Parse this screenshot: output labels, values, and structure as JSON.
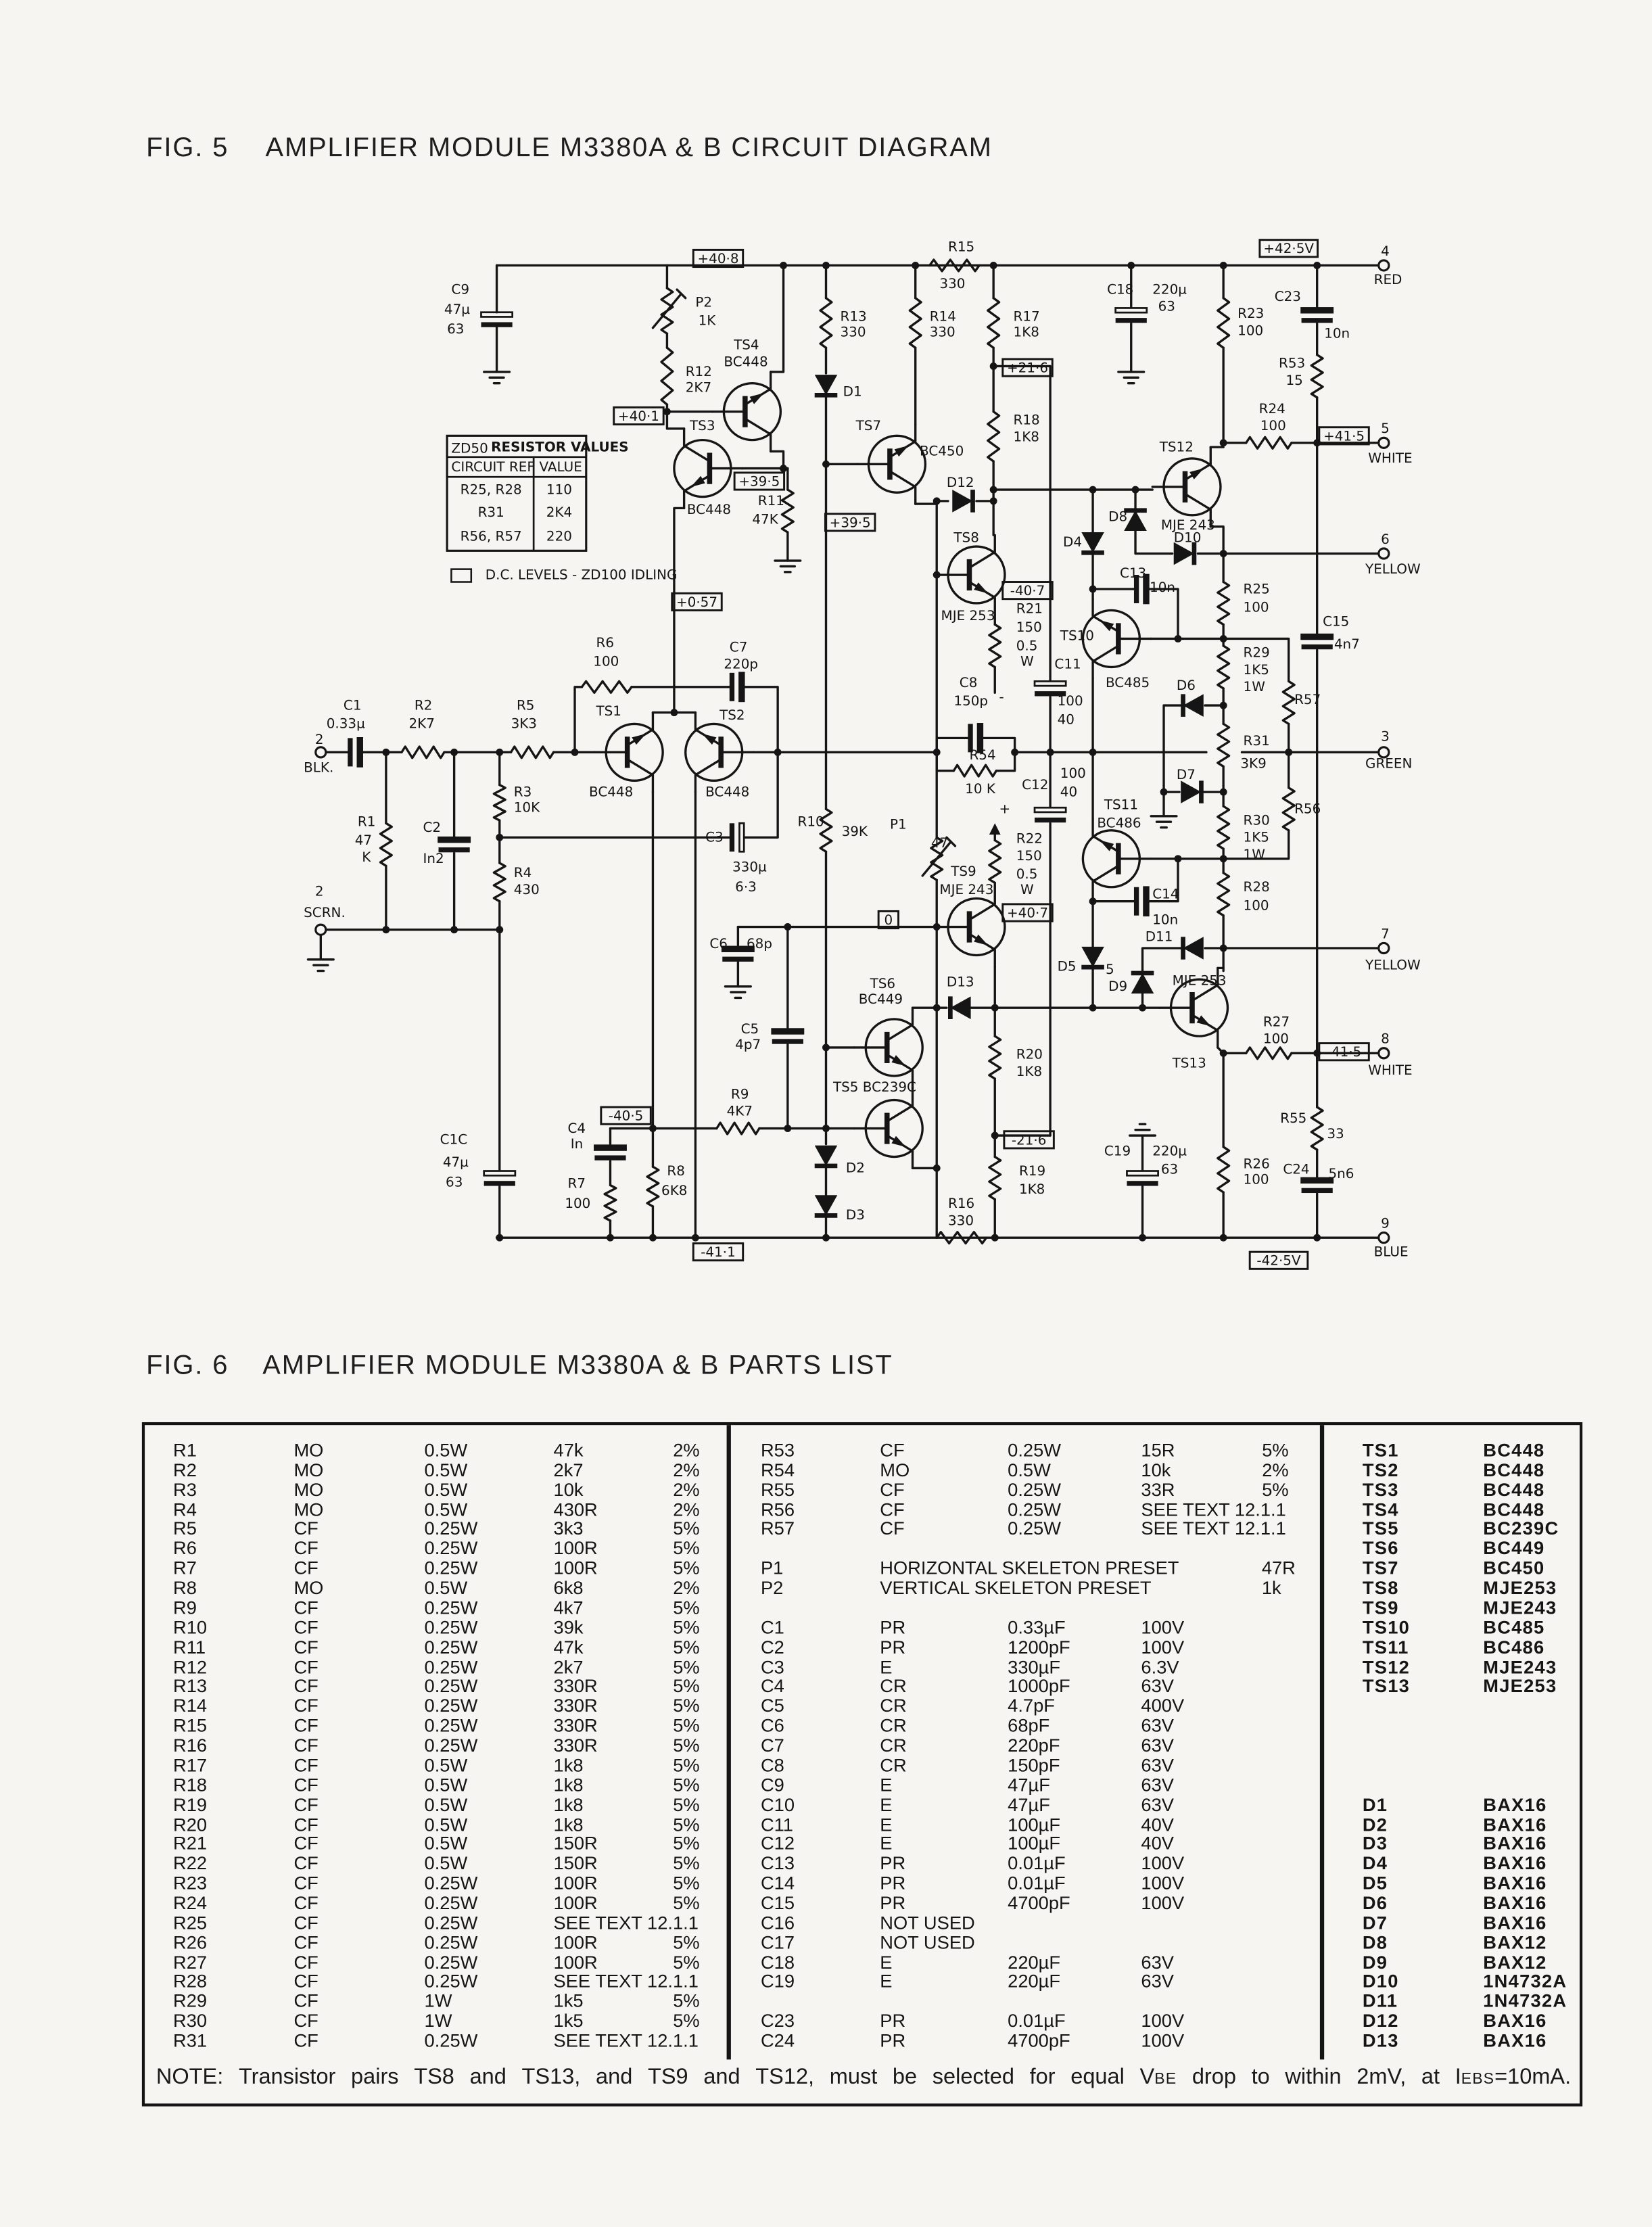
{
  "fig5": {
    "number": "FIG. 5",
    "title": "AMPLIFIER MODULE M3380A & B CIRCUIT DIAGRAM"
  },
  "fig6": {
    "number": "FIG. 6",
    "title": "AMPLIFIER MODULE M3380A & B PARTS LIST"
  },
  "schematic": {
    "dc_levels": {
      "v408": "+40·8",
      "v401": "+40·1",
      "v395a": "+39·5",
      "v395b": "+39·5",
      "v057": "+0·57",
      "v216p": "+21·6",
      "v407n": "-40·7",
      "v407p": "+40·7",
      "v0": "0",
      "v405n": "-40·5",
      "v411n": "-41·1",
      "v216n": "-21·6",
      "v425p": "+42·5V",
      "v415p": "+41·5",
      "v415n": "-41·5",
      "v425n": "-42·5V"
    },
    "terminals": {
      "t4_num": "4",
      "t4_col": "RED",
      "t5_num": "5",
      "t5_col": "WHITE",
      "t6_num": "6",
      "t6_col": "YELLOW",
      "t3_num": "3",
      "t3_col": "GREEN",
      "t7_num": "7",
      "t7_col": "YELLOW",
      "t8_num": "8",
      "t8_col": "WHITE",
      "t9_num": "9",
      "t9_col": "BLUE",
      "t2a_num": "2",
      "t2a_col": "BLK.",
      "t2b_num": "2",
      "t2b_col": "SCRN."
    },
    "labels": {
      "c9": "C9",
      "c9v": "47µ",
      "c9w": "63",
      "p2": "P2",
      "p2v": "1K",
      "r12": "R12",
      "r12v": "2K7",
      "ts4": "TS4",
      "ts4t": "BC448",
      "ts3": "TS3",
      "ts3t": "BC448",
      "r11": "R11",
      "r11v": "47K",
      "r13": "R13",
      "r13v": "330",
      "d1": "D1",
      "ts7": "TS7",
      "ts7t": "BC450",
      "r14": "R14",
      "r14v": "330",
      "r15": "R15",
      "r15v": "330",
      "r17": "R17",
      "r17v": "1K8",
      "r18": "R18",
      "r18v": "1K8",
      "d12": "D12",
      "ts8": "TS8",
      "ts8t": "MJE 253",
      "r21": "R21",
      "r21v": "150",
      "r21p": "0.5",
      "r21w": "W",
      "c8": "C8",
      "c8v": "150p",
      "r54": "R54",
      "r54v": "10 K",
      "c11": "C11",
      "c11a": "100",
      "c11b": "40",
      "c12": "C12",
      "c12a": "100",
      "c12b": "40",
      "plus": "+",
      "minus": "-",
      "r22": "R22",
      "r22v": "150",
      "r22p": "0.5",
      "r22w": "W",
      "ts9": "TS9",
      "ts9t": "MJE 243",
      "p1": "P1",
      "p1v": "47",
      "r10": "R10",
      "r10v": "39K",
      "d13": "D13",
      "ts6": "TS6",
      "ts6t": "BC449",
      "ts5": "TS5 BC239C",
      "r20": "R20",
      "r20v": "1K8",
      "r19": "R19",
      "r19v": "1K8",
      "r16": "R16",
      "r16v": "330",
      "d2": "D2",
      "d3": "D3",
      "c18": "C18",
      "c18v": "220µ",
      "c18w": "63",
      "r23": "R23",
      "r23v": "100",
      "c23": "C23",
      "c23v": "10n",
      "r53": "R53",
      "r53v": "15",
      "r24": "R24",
      "r24v": "100",
      "ts12": "TS12",
      "ts12t": "MJE 243",
      "d8": "D8",
      "d10": "D10",
      "d4": "D4",
      "c13": "C13",
      "c13v": "10n",
      "ts10": "TS10",
      "ts10t": "BC485",
      "r25": "R25",
      "r25v": "100",
      "c15": "C15",
      "c15v": "4n7",
      "r29": "R29",
      "r29v": "1K5",
      "r29w": "1W",
      "r57": "R57",
      "d6": "D6",
      "r31": "R31",
      "r31v": "3K9",
      "d7": "D7",
      "r56": "R56",
      "ts11": "TS11",
      "ts11t": "BC486",
      "r30": "R30",
      "r30v": "1K5",
      "r30w": "1W",
      "r28": "R28",
      "r28v": "100",
      "c14": "C14",
      "c14v": "10n",
      "d11": "D11",
      "d5": "D5",
      "d5n": "5",
      "d9": "D9",
      "ts13t": "MJE 253",
      "ts13": "TS13",
      "r27": "R27",
      "r27v": "100",
      "r55": "R55",
      "r55v": "33",
      "c24": "C24",
      "c24v": "5n6",
      "r26": "R26",
      "r26v": "100",
      "c19": "C19",
      "c19v": "220µ",
      "c19w": "63",
      "c1": "C1",
      "c1v": "0.33µ",
      "r2": "R2",
      "r2v": "2K7",
      "r5": "R5",
      "r5v": "3K3",
      "r6": "R6",
      "r6v": "100",
      "ts1": "TS1",
      "ts1t": "BC448",
      "c7": "C7",
      "c7v": "220p",
      "ts2": "TS2",
      "ts2t": "BC448",
      "r1": "R1",
      "r1v": "47",
      "r1k": "K",
      "c2": "C2",
      "c2v": "In2",
      "r3": "R3",
      "r3v": "10K",
      "r4": "R4",
      "r4v": "430",
      "c3": "C3",
      "c3v": "330µ",
      "c3w": "6·3",
      "c6": "C6",
      "c6v": "68p",
      "c5": "C5",
      "c5v": "4p7",
      "r9": "R9",
      "r9v": "4K7",
      "c4": "C4",
      "c4v": "In",
      "r7": "R7",
      "r7v": "100",
      "r8": "R8",
      "r8v": "6K8",
      "c1c": "C1C",
      "c1cv": "47µ",
      "c1cw": "63"
    },
    "zd50_table": {
      "title_big": "ZD50",
      "title_small": "RESISTOR VALUES",
      "headers": [
        "CIRCUIT REF",
        "VALUE"
      ],
      "rows": [
        [
          "R25, R28",
          "110"
        ],
        [
          "R31",
          "2K4"
        ],
        [
          "R56, R57",
          "220"
        ]
      ]
    },
    "legend": "D.C. LEVELS - ZD100 IDLING"
  },
  "parts_list": {
    "resistors_a": [
      [
        "R1",
        "MO",
        "0.5W",
        "47k",
        "2%"
      ],
      [
        "R2",
        "MO",
        "0.5W",
        "2k7",
        "2%"
      ],
      [
        "R3",
        "MO",
        "0.5W",
        "10k",
        "2%"
      ],
      [
        "R4",
        "MO",
        "0.5W",
        "430R",
        "2%"
      ],
      [
        "R5",
        "CF",
        "0.25W",
        "3k3",
        "5%"
      ],
      [
        "R6",
        "CF",
        "0.25W",
        "100R",
        "5%"
      ],
      [
        "R7",
        "CF",
        "0.25W",
        "100R",
        "5%"
      ],
      [
        "R8",
        "MO",
        "0.5W",
        "6k8",
        "2%"
      ],
      [
        "R9",
        "CF",
        "0.25W",
        "4k7",
        "5%"
      ],
      [
        "R10",
        "CF",
        "0.25W",
        "39k",
        "5%"
      ],
      [
        "R11",
        "CF",
        "0.25W",
        "47k",
        "5%"
      ],
      [
        "R12",
        "CF",
        "0.25W",
        "2k7",
        "5%"
      ],
      [
        "R13",
        "CF",
        "0.25W",
        "330R",
        "5%"
      ],
      [
        "R14",
        "CF",
        "0.25W",
        "330R",
        "5%"
      ],
      [
        "R15",
        "CF",
        "0.25W",
        "330R",
        "5%"
      ],
      [
        "R16",
        "CF",
        "0.25W",
        "330R",
        "5%"
      ],
      [
        "R17",
        "CF",
        "0.5W",
        "1k8",
        "5%"
      ],
      [
        "R18",
        "CF",
        "0.5W",
        "1k8",
        "5%"
      ],
      [
        "R19",
        "CF",
        "0.5W",
        "1k8",
        "5%"
      ],
      [
        "R20",
        "CF",
        "0.5W",
        "1k8",
        "5%"
      ],
      [
        "R21",
        "CF",
        "0.5W",
        "150R",
        "5%"
      ],
      [
        "R22",
        "CF",
        "0.5W",
        "150R",
        "5%"
      ],
      [
        "R23",
        "CF",
        "0.25W",
        "100R",
        "5%"
      ],
      [
        "R24",
        "CF",
        "0.25W",
        "100R",
        "5%"
      ],
      [
        "R25",
        "CF",
        "0.25W",
        "SEE TEXT 12.1.1",
        ""
      ],
      [
        "R26",
        "CF",
        "0.25W",
        "100R",
        "5%"
      ],
      [
        "R27",
        "CF",
        "0.25W",
        "100R",
        "5%"
      ],
      [
        "R28",
        "CF",
        "0.25W",
        "SEE TEXT 12.1.1",
        ""
      ],
      [
        "R29",
        "CF",
        "1W",
        "1k5",
        "5%"
      ],
      [
        "R30",
        "CF",
        "1W",
        "1k5",
        "5%"
      ],
      [
        "R31",
        "CF",
        "0.25W",
        "SEE TEXT 12.1.1",
        ""
      ]
    ],
    "resistors_b": [
      [
        "R53",
        "CF",
        "0.25W",
        "15R",
        "5%"
      ],
      [
        "R54",
        "MO",
        "0.5W",
        "10k",
        "2%"
      ],
      [
        "R55",
        "CF",
        "0.25W",
        "33R",
        "5%"
      ],
      [
        "R56",
        "CF",
        "0.25W",
        "SEE TEXT 12.1.1",
        ""
      ],
      [
        "R57",
        "CF",
        "0.25W",
        "SEE TEXT 12.1.1",
        ""
      ]
    ],
    "presets": [
      [
        "P1",
        "HORIZONTAL SKELETON PRESET",
        "47R"
      ],
      [
        "P2",
        "VERTICAL SKELETON PRESET",
        "1k"
      ]
    ],
    "capacitors_a": [
      [
        "C1",
        "PR",
        "0.33µF",
        "100V"
      ],
      [
        "C2",
        "PR",
        "1200pF",
        "100V"
      ],
      [
        "C3",
        "E",
        "330µF",
        "6.3V"
      ],
      [
        "C4",
        "CR",
        "1000pF",
        "63V"
      ],
      [
        "C5",
        "CR",
        "4.7pF",
        "400V"
      ],
      [
        "C6",
        "CR",
        "68pF",
        "63V"
      ],
      [
        "C7",
        "CR",
        "220pF",
        "63V"
      ],
      [
        "C8",
        "CR",
        "150pF",
        "63V"
      ],
      [
        "C9",
        "E",
        "47µF",
        "63V"
      ],
      [
        "C10",
        "E",
        "47µF",
        "63V"
      ],
      [
        "C11",
        "E",
        "100µF",
        "40V"
      ],
      [
        "C12",
        "E",
        "100µF",
        "40V"
      ],
      [
        "C13",
        "PR",
        "0.01µF",
        "100V"
      ],
      [
        "C14",
        "PR",
        "0.01µF",
        "100V"
      ],
      [
        "C15",
        "PR",
        "4700pF",
        "100V"
      ],
      [
        "C16",
        "NOT USED",
        "",
        ""
      ],
      [
        "C17",
        "NOT USED",
        "",
        ""
      ],
      [
        "C18",
        "E",
        "220µF",
        "63V"
      ],
      [
        "C19",
        "E",
        "220µF",
        "63V"
      ]
    ],
    "capacitors_b": [
      [
        "C23",
        "PR",
        "0.01µF",
        "100V"
      ],
      [
        "C24",
        "PR",
        "4700pF",
        "100V"
      ]
    ],
    "transistors": [
      [
        "TS1",
        "BC448"
      ],
      [
        "TS2",
        "BC448"
      ],
      [
        "TS3",
        "BC448"
      ],
      [
        "TS4",
        "BC448"
      ],
      [
        "TS5",
        "BC239C"
      ],
      [
        "TS6",
        "BC449"
      ],
      [
        "TS7",
        "BC450"
      ],
      [
        "TS8",
        "MJE253"
      ],
      [
        "TS9",
        "MJE243"
      ],
      [
        "TS10",
        "BC485"
      ],
      [
        "TS11",
        "BC486"
      ],
      [
        "TS12",
        "MJE243"
      ],
      [
        "TS13",
        "MJE253"
      ]
    ],
    "diodes": [
      [
        "D1",
        "BAX16"
      ],
      [
        "D2",
        "BAX16"
      ],
      [
        "D3",
        "BAX16"
      ],
      [
        "D4",
        "BAX16"
      ],
      [
        "D5",
        "BAX16"
      ],
      [
        "D6",
        "BAX16"
      ],
      [
        "D7",
        "BAX16"
      ],
      [
        "D8",
        "BAX12"
      ],
      [
        "D9",
        "BAX12"
      ],
      [
        "D10",
        "1N4732A"
      ],
      [
        "D11",
        "1N4732A"
      ],
      [
        "D12",
        "BAX16"
      ],
      [
        "D13",
        "BAX16"
      ]
    ],
    "note": {
      "prefix": "NOTE:",
      "words": [
        "Transistor",
        "pairs",
        "TS8",
        "and",
        "TS13,",
        "and",
        "TS9",
        "and",
        "TS12,",
        "must",
        "be",
        "selected",
        "for",
        "equal"
      ],
      "v": "V",
      "v_sub": "BE",
      "words2": [
        "drop",
        "to",
        "within",
        "2mV,",
        "at"
      ],
      "i": "I",
      "i_sub": "EBS",
      "tail": "=10mA."
    }
  }
}
